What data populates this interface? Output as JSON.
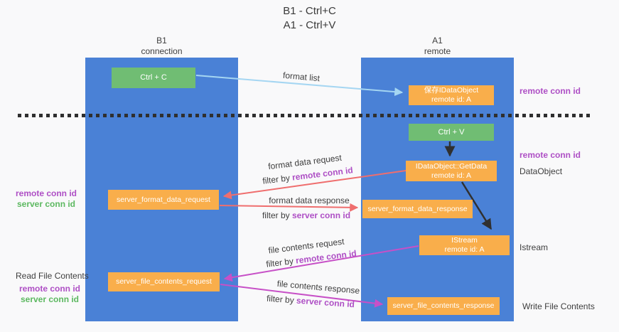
{
  "title": {
    "line1": "B1 - Ctrl+C",
    "line2": "A1 - Ctrl+V"
  },
  "lanes": {
    "left": {
      "name": "B1",
      "role": "connection"
    },
    "right": {
      "name": "A1",
      "role": "remote"
    }
  },
  "nodes": {
    "ctrl_c": {
      "label": "Ctrl + C"
    },
    "save_dataobject": {
      "line1": "保存IDataObject",
      "line2": "remote id: A"
    },
    "ctrl_v": {
      "label": "Ctrl + V"
    },
    "getdata": {
      "line1": "IDataObject::GetData",
      "line2": "remote id: A"
    },
    "format_request": {
      "label": "server_format_data_request"
    },
    "format_response": {
      "label": "server_format_data_response"
    },
    "istream": {
      "line1": "IStream",
      "line2": "remote id: A"
    },
    "file_request": {
      "label": "server_file_contents_request"
    },
    "file_response": {
      "label": "server_file_contents_response"
    }
  },
  "edge_labels": {
    "format_list": "format list",
    "format_data_request": "format data request",
    "format_data_response": "format data response",
    "file_contents_request": "file contents request",
    "file_contents_response": "file contents response",
    "filter_by": "filter by",
    "remote_conn_id": "remote conn id",
    "server_conn_id": "server conn id"
  },
  "side_labels": {
    "right_remote_conn_id_top": "remote conn id",
    "right_remote_conn_id_mid": "remote conn id",
    "dataobject": "DataObject",
    "istream": "Istream",
    "write_file_contents": "Write File Contents",
    "left_remote_conn_id_top": "remote conn id",
    "left_server_conn_id_top": "server conn id",
    "read_file_contents": "Read File Contents",
    "left_remote_conn_id_bottom": "remote conn id",
    "left_server_conn_id_bottom": "server conn id"
  },
  "colors": {
    "lane_blue": "#4a81d6",
    "node_orange": "#f9ae4b",
    "node_green": "#70bd73",
    "arrow_salmon": "#ef6e6e",
    "arrow_magenta": "#c750c7",
    "arrow_lightblue": "#a5d6f2",
    "arrow_black": "#303030",
    "text_purple": "#ae4fc5",
    "text_green": "#5cb860",
    "text_dark": "#3e3e3e",
    "background": "#f9f9fa"
  }
}
